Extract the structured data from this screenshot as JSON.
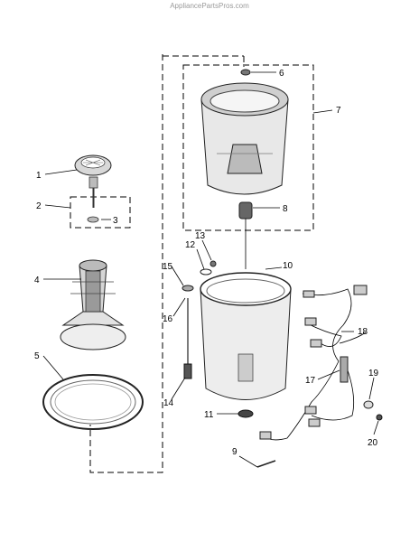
{
  "watermark": "AppliancePartsPros.com",
  "callouts": [
    "1",
    "2",
    "3",
    "4",
    "5",
    "6",
    "7",
    "8",
    "9",
    "10",
    "11",
    "12",
    "13",
    "14",
    "15",
    "16",
    "17",
    "18",
    "19",
    "20"
  ],
  "colors": {
    "line": "#000000",
    "part_fill": "#e6e6e6",
    "part_dark": "#9a9a9a",
    "watermark": "#9a9a9a"
  }
}
